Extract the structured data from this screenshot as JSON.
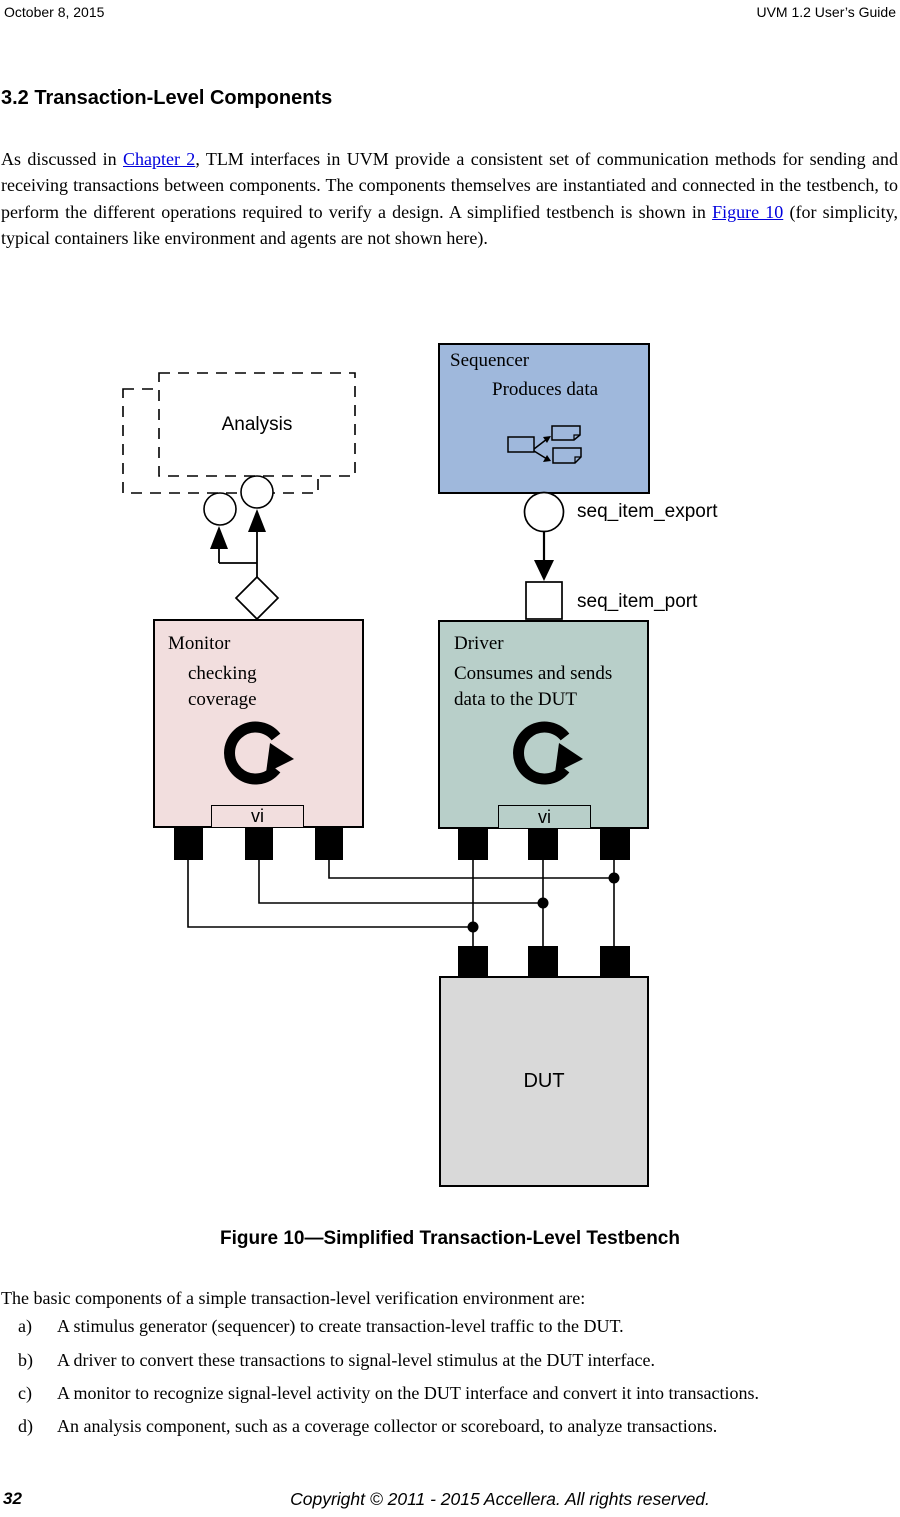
{
  "page": {
    "header": {
      "date": "October 8, 2015",
      "doc_title": "UVM 1.2 User’s Guide"
    },
    "section": {
      "heading": "3.2 Transaction-Level Components"
    },
    "intro": {
      "part1": "As discussed in ",
      "link1": "Chapter 2",
      "part2": ", TLM interfaces in UVM provide a consistent set of communication methods for sending and receiving transactions between components. The components themselves are instantiated and connected in the testbench, to perform the different operations required to verify a design. A simplified testbench is shown in ",
      "link2": "Figure 10",
      "part3": " (for simplicity, typical containers like environment and agents are not shown here)."
    },
    "figure": {
      "caption": "Figure 10—Simplified Transaction-Level Testbench",
      "analysis": {
        "label": "Analysis"
      },
      "sequencer": {
        "title": "Sequencer",
        "subtitle": "Produces data"
      },
      "ports": {
        "export_label": "seq_item_export",
        "port_label": "seq_item_port"
      },
      "monitor": {
        "title": "Monitor",
        "line1": "checking",
        "line2": "coverage",
        "vi": "vi"
      },
      "driver": {
        "title": "Driver",
        "line1": "Consumes and sends",
        "line2": "data to the DUT",
        "vi": "vi"
      },
      "dut": {
        "label": "DUT"
      }
    },
    "list": {
      "intro": "The basic components of a simple transaction-level verification environment are:",
      "items": [
        {
          "marker": "a)",
          "text": "A stimulus generator (sequencer) to create transaction-level traffic to the DUT."
        },
        {
          "marker": "b)",
          "text": "A driver to convert these transactions to signal-level stimulus at the DUT interface."
        },
        {
          "marker": "c)",
          "text": "A monitor to recognize signal-level activity on the DUT interface and convert it into transactions."
        },
        {
          "marker": "d)",
          "text": "An analysis component, such as a coverage collector or scoreboard, to analyze transactions."
        }
      ]
    },
    "footer": {
      "page_number": "32",
      "copyright": "Copyright © 2011 - 2015 Accellera. All rights reserved."
    },
    "colors": {
      "sequencer": "#9fb8dc",
      "monitor": "#f2dede",
      "driver": "#b8cfc9",
      "dut": "#d9d9d9",
      "link": "#0000dd"
    }
  }
}
